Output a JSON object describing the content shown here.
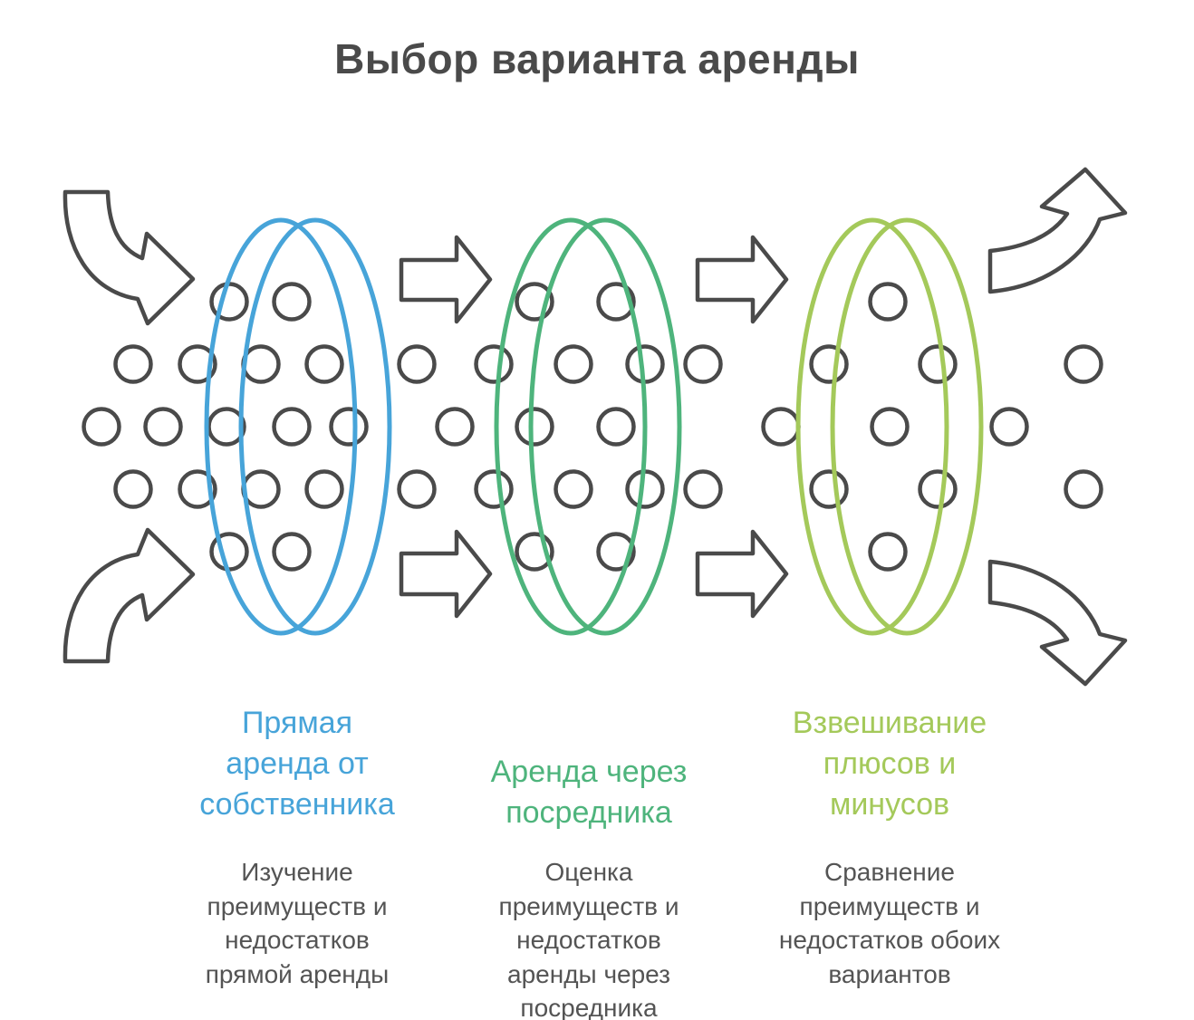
{
  "title": "Выбор варианта аренды",
  "colors": {
    "blue": "#47a4d9",
    "green": "#4eb47c",
    "lime": "#a4c95a",
    "dark": "#4a4a4a",
    "body": "#545454"
  },
  "stages": [
    {
      "id": "direct-rental",
      "color": "#47a4d9",
      "heading": "Прямая\nаренда от\nсобственника",
      "description": "Изучение\nпреимуществ и\nнедостатков\nпрямой аренды"
    },
    {
      "id": "agent-rental",
      "color": "#4eb47c",
      "heading": "Аренда через\nпосредника",
      "description": "Оценка\nпреимуществ и\nнедостатков\nаренды через\nпосредника"
    },
    {
      "id": "weighing",
      "color": "#a4c95a",
      "heading": "Взвешивание\nплюсов и\nминусов",
      "description": "Сравнение\nпреимуществ и\nнедостатков обоих\nвариантов"
    }
  ]
}
